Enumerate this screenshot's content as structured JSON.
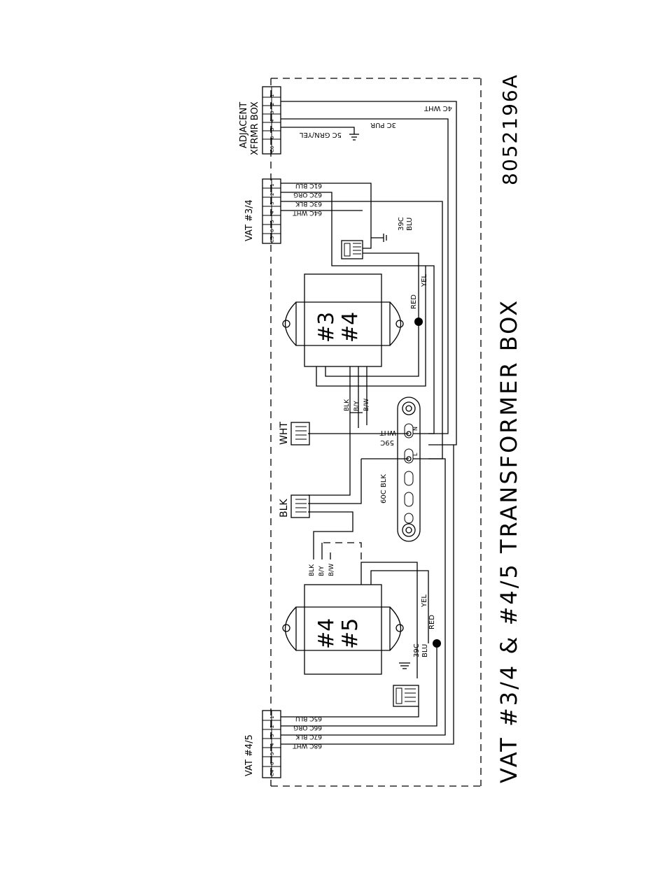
{
  "drawing_number": "8052196A",
  "title": "VAT #3/4 & #4/5 TRANSFORMER BOX",
  "connectors": {
    "adjacent": {
      "label_line1": "ADJACENT",
      "label_line2": "XFRMR BOX",
      "id": "C6",
      "pins": [
        "6",
        "5",
        "4",
        "3",
        "2",
        "1"
      ],
      "wires": [
        {
          "id": "4C",
          "color": "WHT"
        },
        {
          "id": "3C",
          "color": "PUR"
        },
        {
          "id": "5C",
          "color": "GRN/YEL"
        }
      ]
    },
    "vat34": {
      "label": "VAT #3/4",
      "id": "C3",
      "pins": [
        "6",
        "5",
        "4",
        "3",
        "2",
        "1"
      ],
      "wires": [
        "61C BLU",
        "62C ORG",
        "63C BLK",
        "64C WHT"
      ]
    },
    "vat45": {
      "label": "VAT #4/5",
      "id": "C4",
      "pins": [
        "6",
        "5",
        "4",
        "3",
        "2",
        "1"
      ],
      "wires": [
        "65C BLU",
        "66C ORG",
        "67C BLK",
        "68C WHT"
      ]
    }
  },
  "transformers": {
    "t34": {
      "line1": "#3",
      "line2": "#4"
    },
    "t45": {
      "line1": "#4",
      "line2": "#5"
    }
  },
  "wire_labels": {
    "ground_39c": "39C",
    "ground_39c_color": "BLU",
    "red": "RED",
    "yel": "YEL",
    "blk": "BLK",
    "by": "B/Y",
    "bw": "B/W",
    "wht": "WHT",
    "n59c": "59C",
    "n59c_color": "WHT",
    "n60c": "60C BLK",
    "term_n": "N",
    "term_l": "L"
  },
  "plugs": {
    "wht_plug": "WHT",
    "blk_plug": "BLK"
  }
}
